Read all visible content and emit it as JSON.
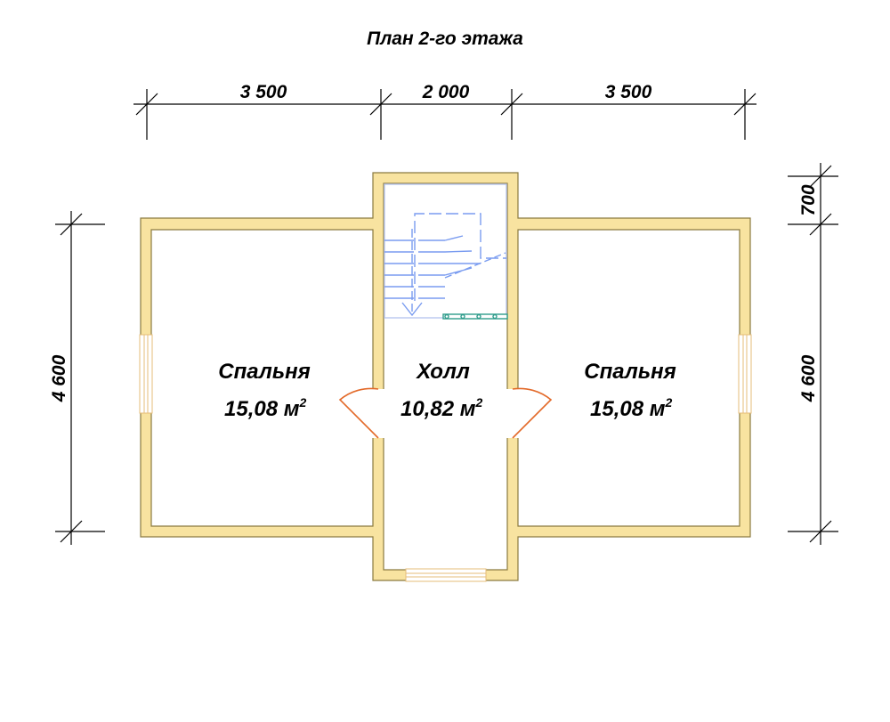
{
  "title": "План 2-го этажа",
  "dimensions": {
    "top": [
      "3 500",
      "2 000",
      "3 500"
    ],
    "left": "4 600",
    "right_top": "700",
    "right": "4 600"
  },
  "rooms": [
    {
      "name": "Спальня",
      "area": "15,08 м",
      "area_sup": "2"
    },
    {
      "name": "Холл",
      "area": "10,82 м",
      "area_sup": "2"
    },
    {
      "name": "Спальня",
      "area": "15,08 м",
      "area_sup": "2"
    }
  ],
  "colors": {
    "wall_fill": "#F8E3A0",
    "wall_stroke": "#8A7A40",
    "door": "#E36A2A",
    "window": "#F3D9A0",
    "stair": "#7A9CF0",
    "railing": "#2F9C8C",
    "dimension_line": "#000000"
  }
}
